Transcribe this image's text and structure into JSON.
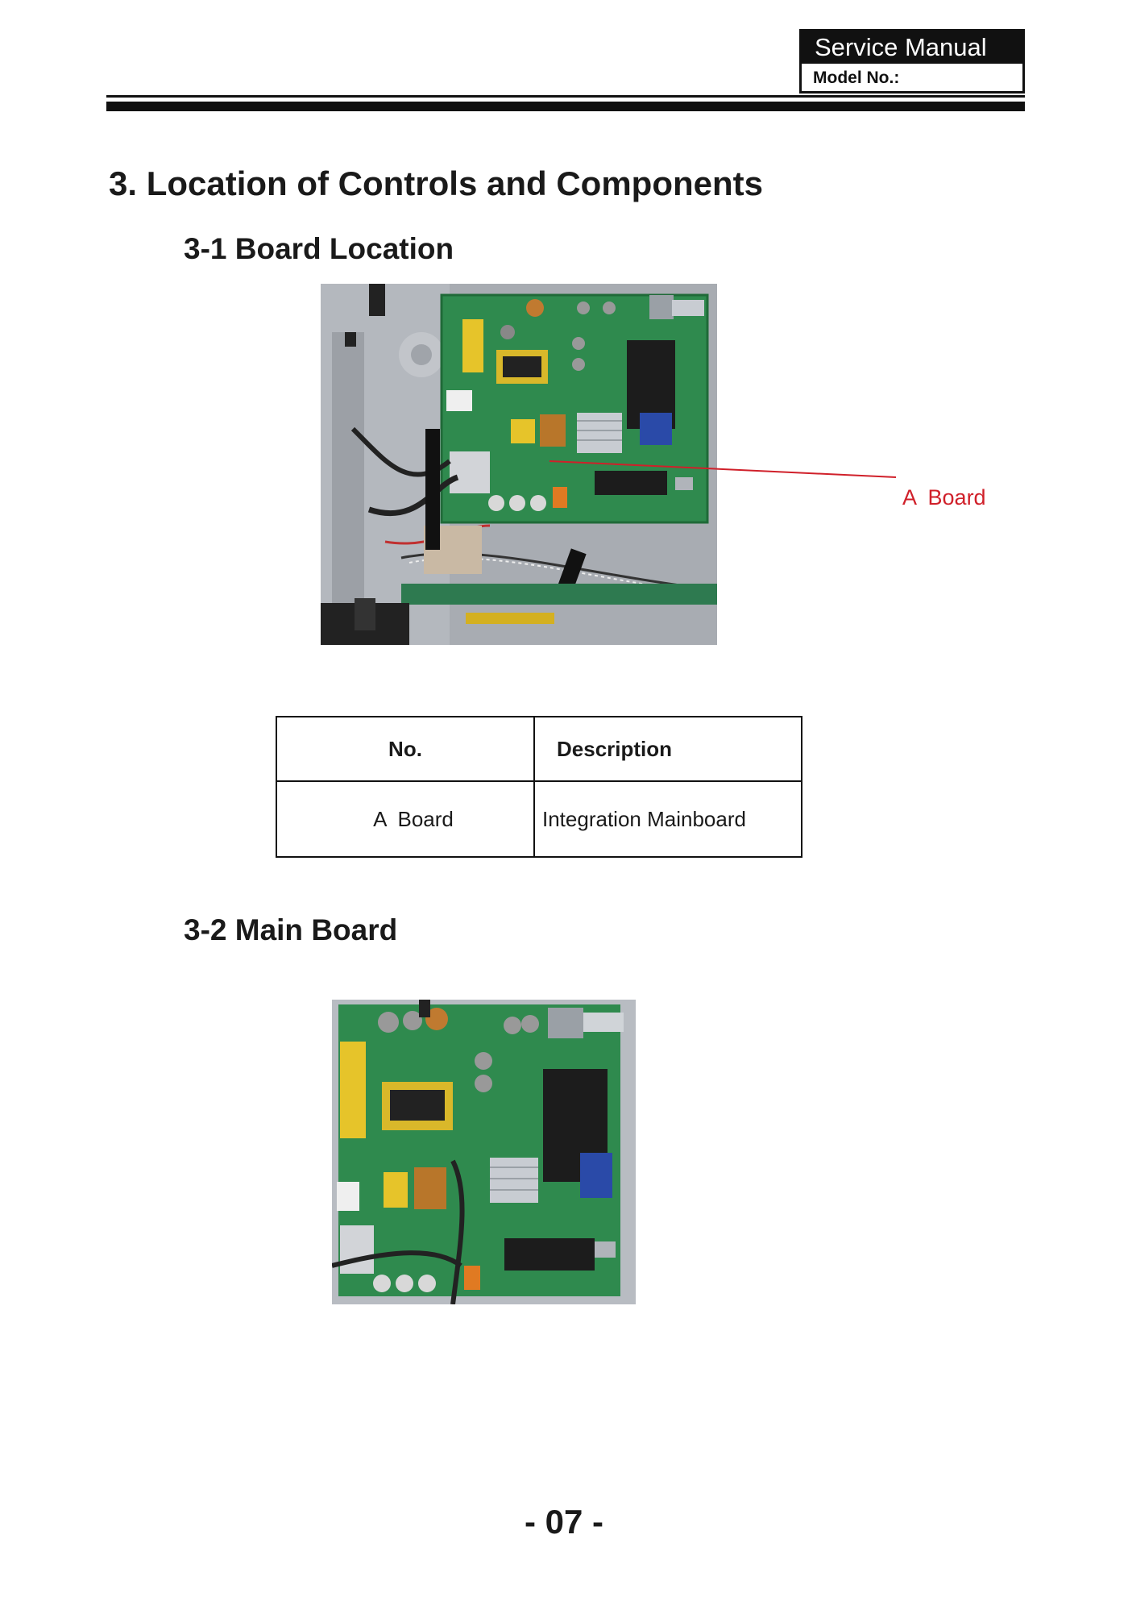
{
  "header": {
    "title": "Service Manual",
    "model_label": "Model No.:"
  },
  "section": {
    "title": "3. Location of Controls and Components"
  },
  "board_location": {
    "title": "3-1 Board Location",
    "callout_label": "A  Board"
  },
  "table": {
    "headers": [
      "No.",
      "Description"
    ],
    "rows": [
      [
        "A  Board",
        "Integration Mainboard"
      ]
    ]
  },
  "main_board": {
    "title": "3-2 Main  Board"
  },
  "footer": {
    "page_number": "- 07 -"
  },
  "colors": {
    "pcb_green": "#2f8a4e",
    "chassis_grey": "#a8acb2",
    "callout_red": "#d0202a"
  }
}
